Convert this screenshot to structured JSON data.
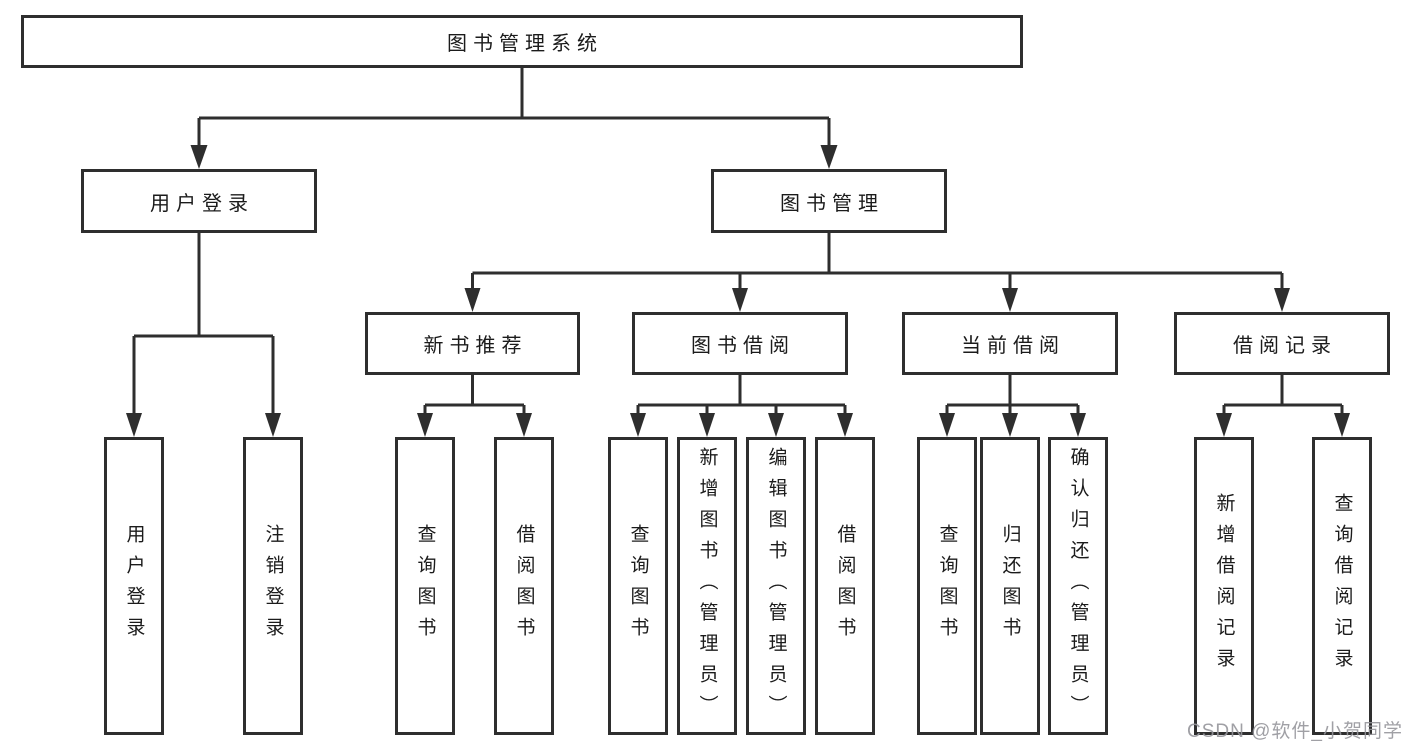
{
  "tree": {
    "root": {
      "label": "图书管理系统",
      "children": [
        {
          "label": "用户登录",
          "children": [
            {
              "label": "用户登录"
            },
            {
              "label": "注销登录"
            }
          ]
        },
        {
          "label": "图书管理",
          "children": [
            {
              "label": "新书推荐",
              "children": [
                {
                  "label": "查询图书"
                },
                {
                  "label": "借阅图书"
                }
              ]
            },
            {
              "label": "图书借阅",
              "children": [
                {
                  "label": "查询图书"
                },
                {
                  "label": "新增图书（管理员）"
                },
                {
                  "label": "编辑图书（管理员）"
                },
                {
                  "label": "借阅图书"
                }
              ]
            },
            {
              "label": "当前借阅",
              "children": [
                {
                  "label": "查询图书"
                },
                {
                  "label": "归还图书"
                },
                {
                  "label": "确认归还（管理员）"
                }
              ]
            },
            {
              "label": "借阅记录",
              "children": [
                {
                  "label": "新增借阅记录"
                },
                {
                  "label": "查询借阅记录"
                }
              ]
            }
          ]
        }
      ]
    }
  },
  "watermark": {
    "text": "CSDN @软件_小贺同学"
  },
  "colors": {
    "line": "#2e2e2e",
    "box_border": "#2e2e2e",
    "box_fill": "#ffffff",
    "text": "#1b1b1b",
    "watermark": "#96969b",
    "background": "#ffffff"
  }
}
